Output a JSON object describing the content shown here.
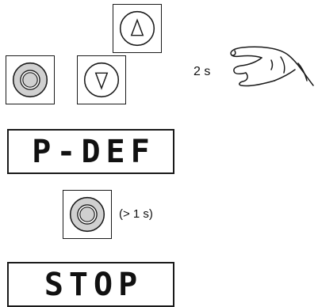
{
  "step1": {
    "hold_duration": "2 s"
  },
  "step2": {
    "display_text": "P-DEF"
  },
  "step3": {
    "press_duration": "(> 1 s)"
  },
  "step4": {
    "display_text": "STOP"
  },
  "icons": {
    "up_button": "up-arrow-button-icon",
    "down_button": "down-arrow-button-icon",
    "ok_button": "round-ok-button-icon",
    "hand": "pressing-hand-icon"
  },
  "colors": {
    "button_ring_fill": "#d0d0d0",
    "stroke": "#1a1a1a"
  }
}
